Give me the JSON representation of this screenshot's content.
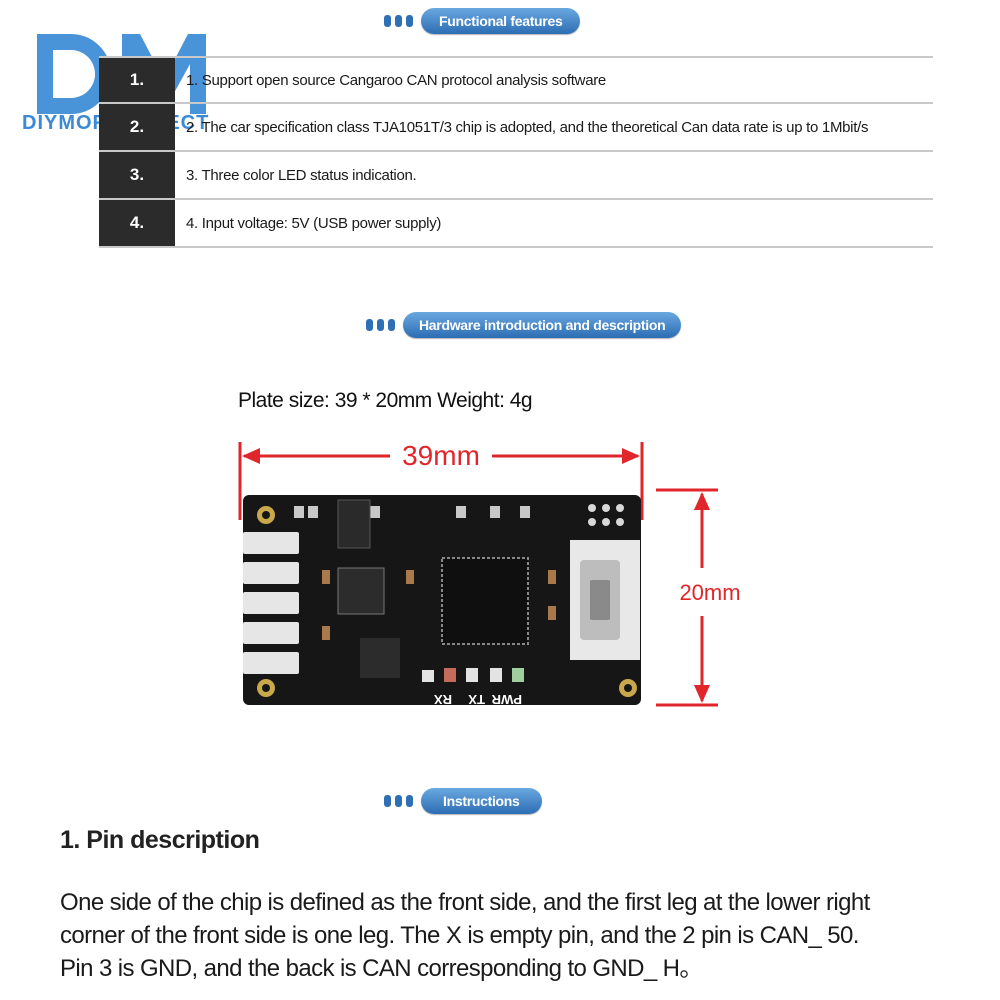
{
  "logo": {
    "mark": "DM",
    "text": "DIYMORE DIRECT",
    "color": "#3a8ad6"
  },
  "sections": {
    "features": "Functional features",
    "hardware": "Hardware introduction and description",
    "instructions": "Instructions"
  },
  "features": [
    {
      "num": "1.",
      "text": "1. Support open source Cangaroo CAN protocol analysis software"
    },
    {
      "num": "2.",
      "text": "2. The car specification class TJA1051T/3 chip is adopted, and the theoretical Can data rate is up to 1Mbit/s"
    },
    {
      "num": "3.",
      "text": "3. Three color LED status indication."
    },
    {
      "num": "4.",
      "text": "4. Input voltage: 5V (USB power supply)"
    }
  ],
  "hardware": {
    "plate": "Plate size: 39 * 20mm Weight: 4g",
    "width_label": "39mm",
    "height_label": "20mm",
    "led_labels": [
      "RX",
      "TX",
      "PWR"
    ]
  },
  "pin": {
    "title": "1. Pin description",
    "lines": [
      "One side of the chip is defined as the front side, and the first leg at the lower right",
      "corner of the front side is one leg. The X is empty pin, and the 2 pin is CAN_ 50.",
      "Pin 3 is GND, and the back is CAN corresponding to GND_ H。"
    ]
  },
  "colors": {
    "accent": "#2c6db4",
    "dimension": "#e0262b",
    "table_num_bg": "#2b2b2b"
  }
}
